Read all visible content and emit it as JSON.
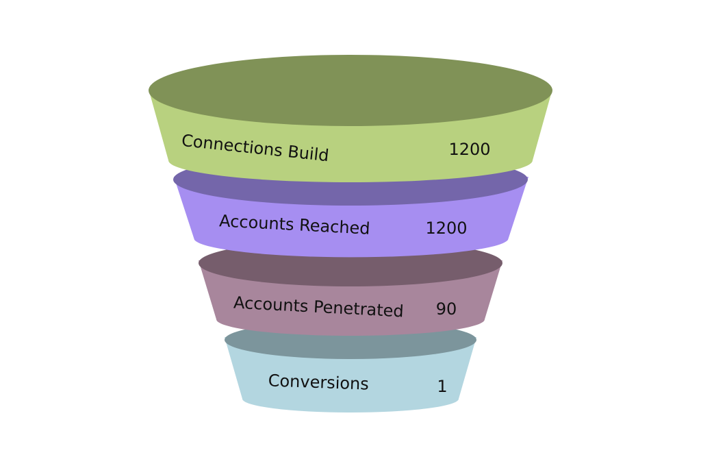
{
  "funnel": {
    "stages": [
      {
        "label": "Connections Build",
        "value": "1200",
        "body_color": "#b8d17f",
        "top_color": "#809257"
      },
      {
        "label": "Accounts Reached",
        "value": "1200",
        "body_color": "#a68ef1",
        "top_color": "#7466aa"
      },
      {
        "label": "Accounts Penetrated",
        "value": "90",
        "body_color": "#a8869c",
        "top_color": "#765d6c"
      },
      {
        "label": "Conversions",
        "value": "1",
        "body_color": "#b3d6e0",
        "top_color": "#7c959c"
      }
    ]
  }
}
